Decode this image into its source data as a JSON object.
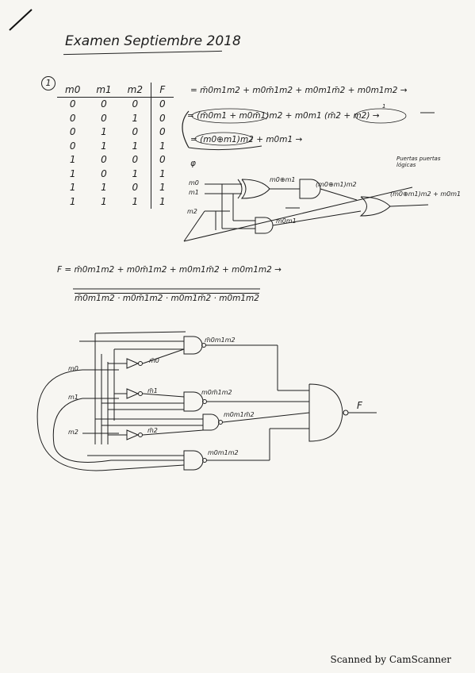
{
  "document": {
    "title": "Examen Septiembre 2018",
    "question_number": "1",
    "truth_table": {
      "headers": [
        "m0",
        "m1",
        "m2",
        "F"
      ],
      "rows": [
        [
          "0",
          "0",
          "0",
          "0"
        ],
        [
          "0",
          "0",
          "1",
          "0"
        ],
        [
          "0",
          "1",
          "0",
          "0"
        ],
        [
          "0",
          "1",
          "1",
          "1"
        ],
        [
          "1",
          "0",
          "0",
          "0"
        ],
        [
          "1",
          "0",
          "1",
          "1"
        ],
        [
          "1",
          "1",
          "0",
          "1"
        ],
        [
          "1",
          "1",
          "1",
          "1"
        ]
      ]
    },
    "equations": {
      "eq1": "= m̄0m1m2 + m0m̄1m2 + m0m1m̄2 + m0m1m2 →",
      "eq2": "= (m̄0m1 + m0m̄1)m2 + m0m1 (m̄2 + m2) →",
      "eq2_annot": "1",
      "eq3": "= (m0⊕m1)m2 + m0m1 →",
      "phi": "φ",
      "note": "Puertas puertas lógicas",
      "f_def": "F = m̄0m1m2 + m0m̄1m2 + m0m1m̄2 + m0m1m2 →",
      "f_nand": "m̄0m1m2 · m0m̄1m2 · m0m1m̄2 · m0m1m2"
    },
    "circuit1": {
      "inputs": [
        "m0",
        "m1",
        "m2"
      ],
      "labels": [
        "m0⊕m1",
        "(m0⊕m1)m2",
        "(m0⊕m1)m2 + m0m1",
        "m0m1"
      ]
    },
    "circuit2": {
      "inputs": [
        "m0",
        "m1",
        "m2"
      ],
      "labels": [
        "m̄0m1m2",
        "m̄0",
        "m̄1",
        "m0m̄1m2",
        "m0m1m̄2",
        "m̄2",
        "m0m1m2"
      ],
      "output": "F"
    },
    "footer": "Scanned by CamScanner"
  }
}
